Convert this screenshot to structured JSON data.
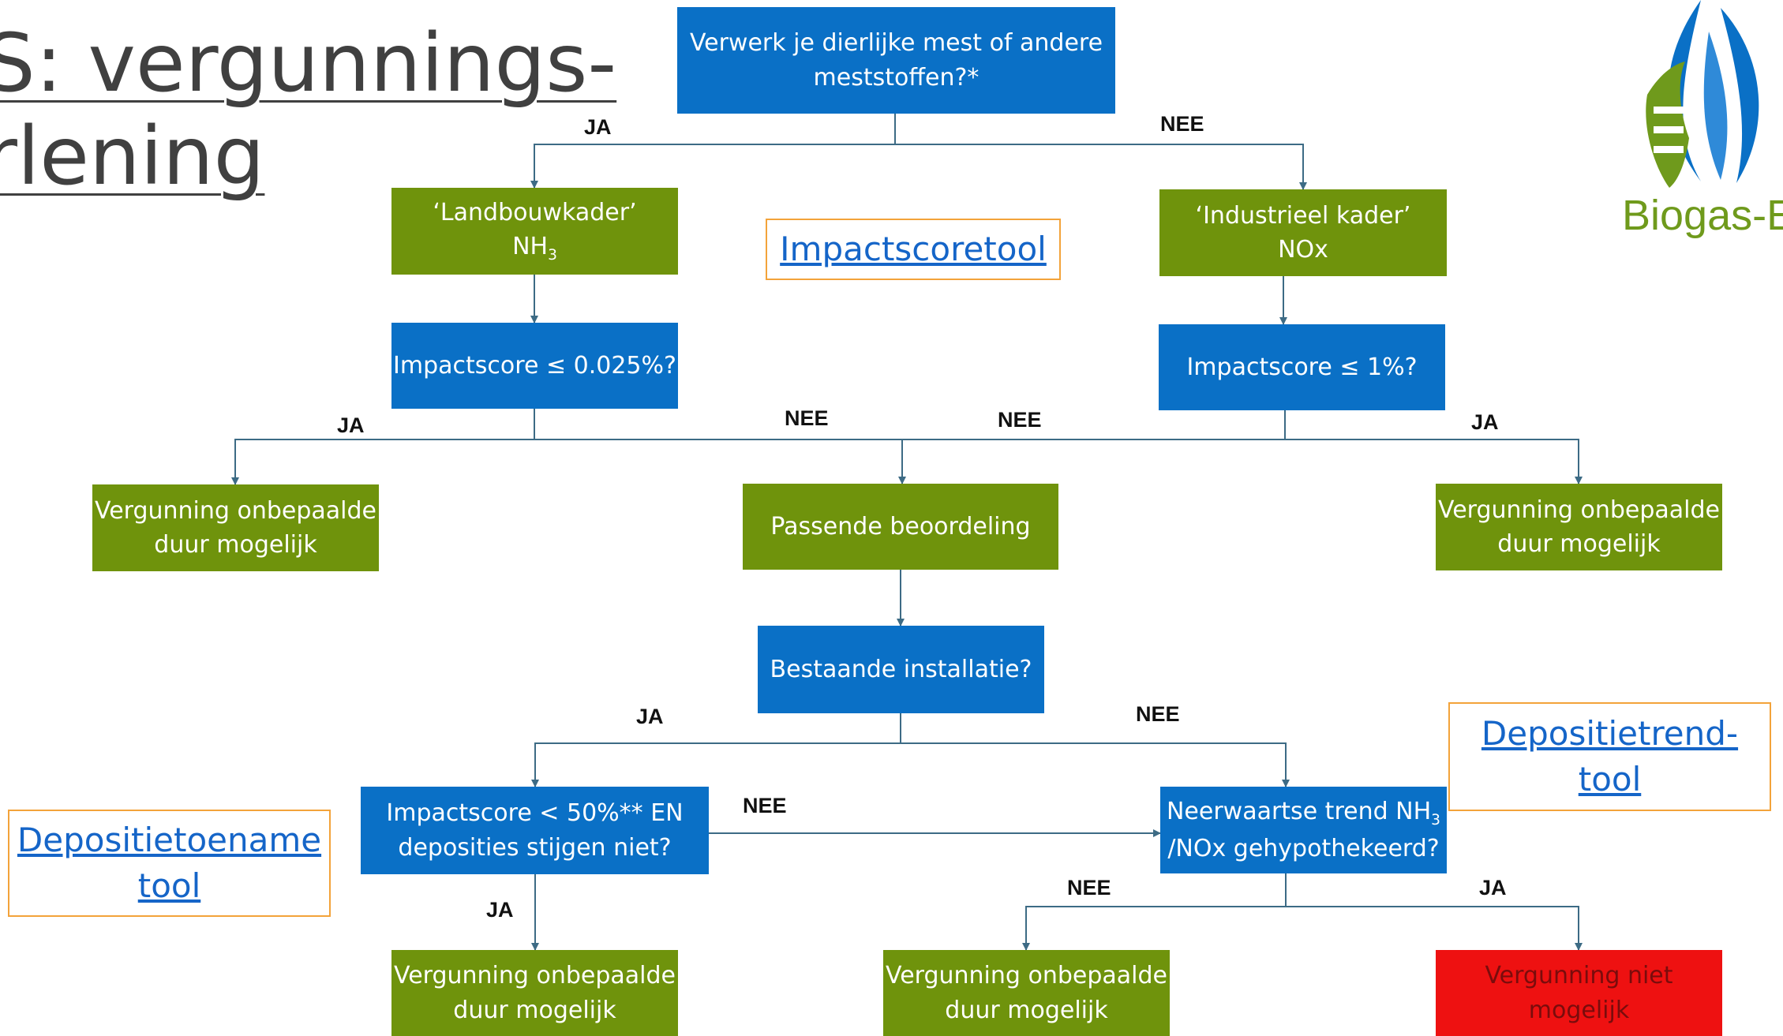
{
  "title": {
    "line1": "S: vergunnings-",
    "line2": "rlening"
  },
  "logo": {
    "text": "Biogas-E"
  },
  "colors": {
    "blue": "#0a70c6",
    "green": "#6f930c",
    "red": "#ee1111",
    "tool_border": "#f3a33a",
    "link": "#1565c8",
    "connector": "#3d6b85"
  },
  "nodes": {
    "start": {
      "line1": "Verwerk je dierlijke mest of andere",
      "line2": "meststoffen?*"
    },
    "landbouwkader": {
      "line1": "‘Landbouwkader’",
      "line2_main": "NH",
      "line2_sub": "3"
    },
    "industrieel": {
      "line1": "‘Industrieel kader’",
      "line2": "NOx"
    },
    "impact_nh3": {
      "text": "Impactscore ≤ 0.025%?"
    },
    "impact_nox": {
      "text": "Impactscore ≤ 1%?"
    },
    "result_left": {
      "line1": "Vergunning onbepaalde",
      "line2": "duur mogelijk"
    },
    "passende": {
      "text": "Passende beoordeling"
    },
    "result_right": {
      "line1": "Vergunning onbepaalde",
      "line2": "duur mogelijk"
    },
    "bestaande": {
      "text": "Bestaande installatie?"
    },
    "impact50": {
      "line1": "Impactscore < 50%** EN",
      "line2": "deposities stijgen niet?"
    },
    "neerwaartse": {
      "line1_main": "Neerwaartse trend NH",
      "line1_sub": "3",
      "line2": "/NOx gehypothekeerd?"
    },
    "result_bottom_left": {
      "line1": "Vergunning onbepaalde",
      "line2": "duur mogelijk"
    },
    "result_bottom_mid": {
      "line1": "Vergunning onbepaalde",
      "line2": "duur mogelijk"
    },
    "result_bottom_red": {
      "line1": "Vergunning niet",
      "line2": "mogelijk"
    }
  },
  "tools": {
    "impactscore": {
      "line1": "Impactscoretool"
    },
    "depositietrend": {
      "line1": "Depositietrend-",
      "line2": "tool"
    },
    "depositietoename": {
      "line1": "Depositietoename",
      "line2": "tool"
    }
  },
  "labels": {
    "start_yes": "JA",
    "start_no": "NEE",
    "nh3_yes": "JA",
    "nh3_no": "NEE",
    "nox_no": "NEE",
    "nox_yes": "JA",
    "bestaande_yes": "JA",
    "bestaande_no": "NEE",
    "impact50_no": "NEE",
    "impact50_yes": "JA",
    "trend_no": "NEE",
    "trend_yes": "JA"
  }
}
